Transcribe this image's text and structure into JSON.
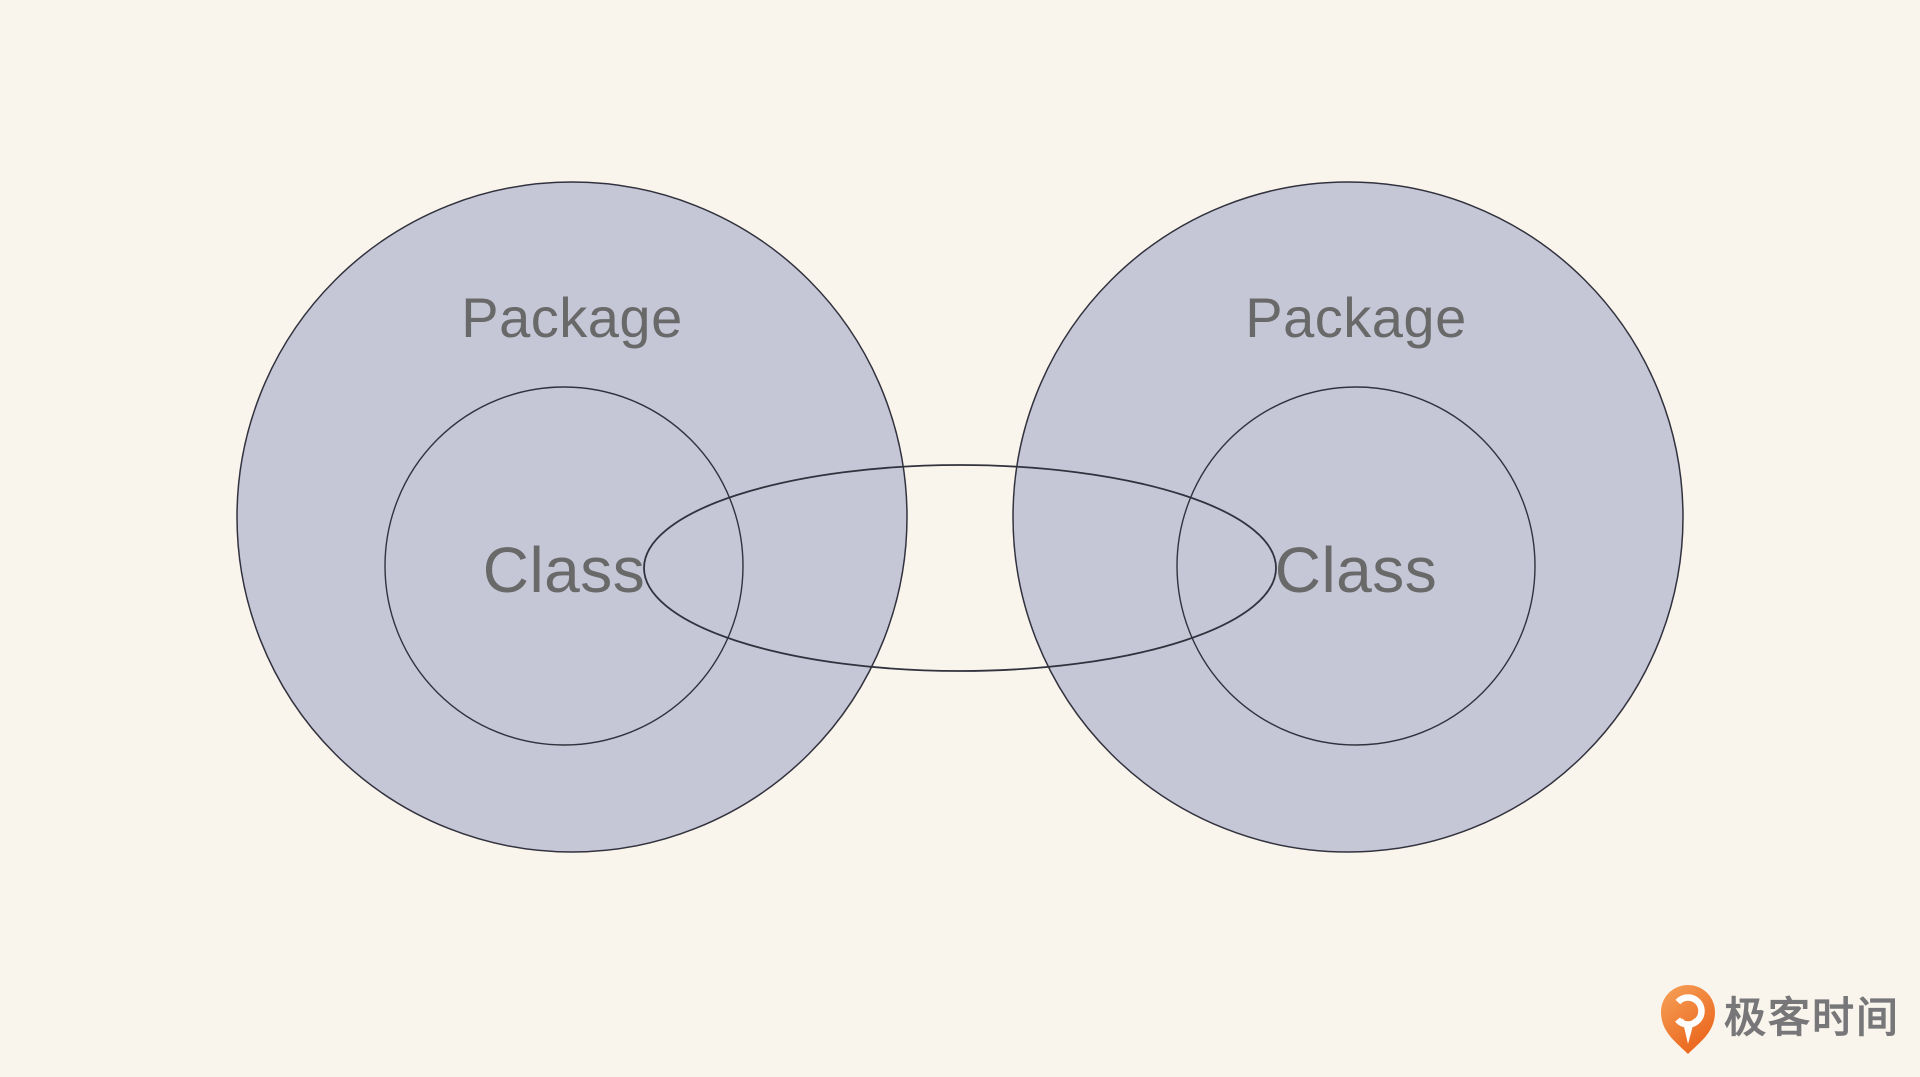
{
  "colors": {
    "background": "#FAF5EC",
    "circle_fill": "#C5C7D7",
    "outline": "#32323E",
    "label_text": "#696969",
    "logo_orange_top": "#F7A25A",
    "logo_orange_bottom": "#EA661C",
    "logo_inner": "#FFFFFF",
    "logo_text_color": "#77777A"
  },
  "diagram": {
    "left_group": {
      "package_label": "Package",
      "class_label": "Class"
    },
    "right_group": {
      "package_label": "Package",
      "class_label": "Class"
    }
  },
  "logo": {
    "brand_text": "极客时间"
  }
}
